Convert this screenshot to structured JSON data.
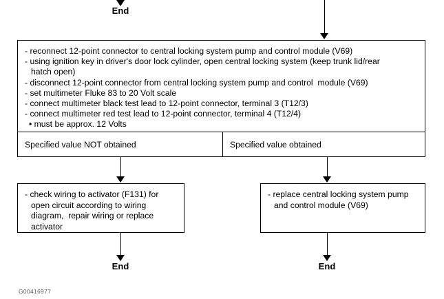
{
  "figure": {
    "code": "G00416977",
    "end_label": "End"
  },
  "main_box": {
    "steps": [
      {
        "text": "- reconnect 12-point connector to central locking system pump and control module (V69)",
        "style": "step"
      },
      {
        "text": "- using ignition key in driver's door lock cylinder, open central locking system (keep trunk lid/rear",
        "style": "step"
      },
      {
        "text": "hatch open)",
        "style": "cont"
      },
      {
        "text": "- disconnect 12-point connector from central locking system pump and control  module (V69)",
        "style": "step"
      },
      {
        "text": "- set multimeter Fluke 83 to 20 Volt scale",
        "style": "step"
      },
      {
        "text": "- connect multimeter black test lead to 12-point connector, terminal 3 (T12/3)",
        "style": "step"
      },
      {
        "text": "- connect multimeter red test lead to 12-point connector, terminal 4 (T12/4)",
        "style": "step"
      },
      {
        "text": "• must be approx. 12 Volts",
        "style": "bullet"
      }
    ],
    "results": {
      "not_obtained": "Specified value NOT obtained",
      "obtained": "Specified value obtained"
    }
  },
  "action_left": {
    "lines": [
      {
        "text": "- check wiring to activator (F131) for",
        "style": "step"
      },
      {
        "text": "open circuit according to wiring",
        "style": "cont"
      },
      {
        "text": "diagram,  repair wiring or replace",
        "style": "cont"
      },
      {
        "text": "activator",
        "style": "cont"
      }
    ]
  },
  "action_right": {
    "lines": [
      {
        "text": "- replace central locking system pump",
        "style": "step"
      },
      {
        "text": "and control module (V69)",
        "style": "cont"
      }
    ]
  }
}
